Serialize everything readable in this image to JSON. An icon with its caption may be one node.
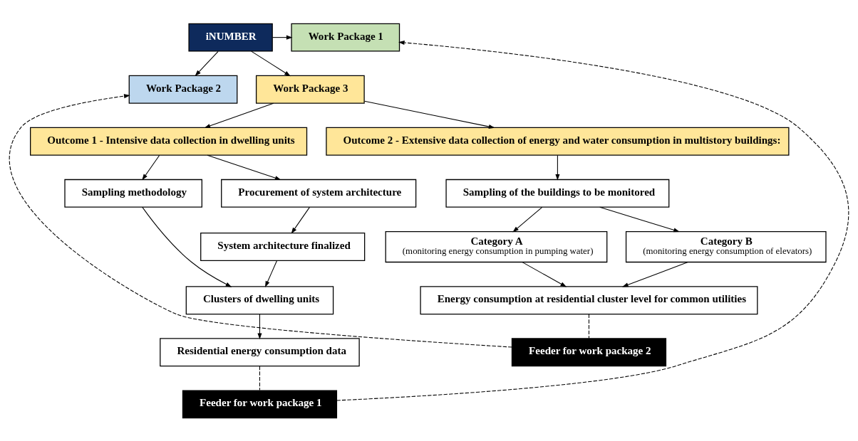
{
  "diagram": {
    "nodes": [
      {
        "text": [
          "iNUMBER"
        ]
      },
      {
        "text": [
          "Work Package 1"
        ]
      },
      {
        "text": [
          "Work Package 2"
        ]
      },
      {
        "text": [
          "Work Package 3"
        ]
      },
      {
        "text": [
          "Outcome 1 - Intensive data collection in dwelling units"
        ]
      },
      {
        "text": [
          "Outcome 2 - Extensive data collection of energy and water consumption in multistory buildings:"
        ]
      },
      {
        "text": [
          "Sampling methodology"
        ]
      },
      {
        "text": [
          "Procurement of system architecture"
        ]
      },
      {
        "text": [
          "Clusters of dwelling units"
        ]
      },
      {
        "text": [
          "System architecture finalized"
        ]
      },
      {
        "text": [
          "Residential energy consumption data"
        ]
      },
      {
        "text": [
          "Sampling of the buildings to be monitored"
        ]
      },
      {
        "text": [
          "Category A",
          "(monitoring energy consumption in pumping water)"
        ]
      },
      {
        "text": [
          "Category B",
          "(monitoring energy consumption of elevators)"
        ]
      },
      {
        "text": [
          "Energy consumption at residential cluster level for common utilities"
        ]
      },
      {
        "text": [
          "Feeder for work package 1"
        ]
      },
      {
        "text": [
          "Feeder for work package 2"
        ]
      }
    ],
    "edges": [
      {
        "from": 0,
        "to": 1,
        "arrow": "to"
      },
      {
        "from": 0,
        "to": 2,
        "arrow": "to"
      },
      {
        "from": 0,
        "to": 3,
        "arrow": "to"
      },
      {
        "from": 3,
        "to": 4,
        "arrow": "to"
      },
      {
        "from": 3,
        "to": 5,
        "arrow": "to"
      },
      {
        "from": 4,
        "to": 6,
        "arrow": "to"
      },
      {
        "from": 4,
        "to": 7,
        "arrow": "to"
      },
      {
        "from": 6,
        "to": 8,
        "arrow": "to"
      },
      {
        "from": 7,
        "to": 9,
        "arrow": "to"
      },
      {
        "from": 9,
        "to": 8,
        "arrow": "to"
      },
      {
        "from": 8,
        "to": 10,
        "arrow": "to"
      },
      {
        "from": 5,
        "to": 11,
        "arrow": "to"
      },
      {
        "from": 11,
        "to": 12,
        "arrow": "to"
      },
      {
        "from": 11,
        "to": 13,
        "arrow": "to"
      },
      {
        "from": 12,
        "to": 14,
        "arrow": "to"
      },
      {
        "from": 13,
        "to": 14,
        "arrow": "to"
      },
      {
        "from": 10,
        "to": 15,
        "arrow": "none",
        "style": "dashed"
      },
      {
        "from": 15,
        "to": 1,
        "arrow": "to",
        "style": "dashed"
      },
      {
        "from": 14,
        "to": 16,
        "arrow": "none",
        "style": "dashed"
      },
      {
        "from": 16,
        "to": 2,
        "arrow": "to",
        "style": "dashed"
      }
    ]
  }
}
